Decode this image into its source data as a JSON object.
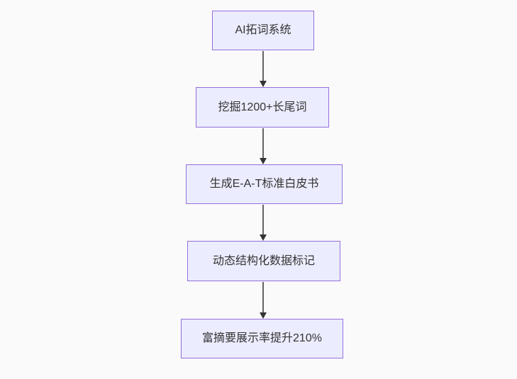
{
  "diagram": {
    "type": "flowchart",
    "direction": "top-down",
    "nodes": [
      {
        "id": "step-1",
        "label": "AI拓词系统"
      },
      {
        "id": "step-2",
        "label": "挖掘1200+长尾词"
      },
      {
        "id": "step-3",
        "label": "生成E-A-T标准白皮书"
      },
      {
        "id": "step-4",
        "label": "动态结构化数据标记"
      },
      {
        "id": "step-5",
        "label": "富摘要展示率提升210%"
      }
    ],
    "edges": [
      {
        "from": "step-1",
        "to": "step-2"
      },
      {
        "from": "step-2",
        "to": "step-3"
      },
      {
        "from": "step-3",
        "to": "step-4"
      },
      {
        "from": "step-4",
        "to": "step-5"
      }
    ],
    "colors": {
      "node_fill": "#ECECFF",
      "node_border": "#9370DB",
      "node_text": "#333333",
      "arrow": "#333333",
      "background": "#FAFAFA"
    }
  }
}
